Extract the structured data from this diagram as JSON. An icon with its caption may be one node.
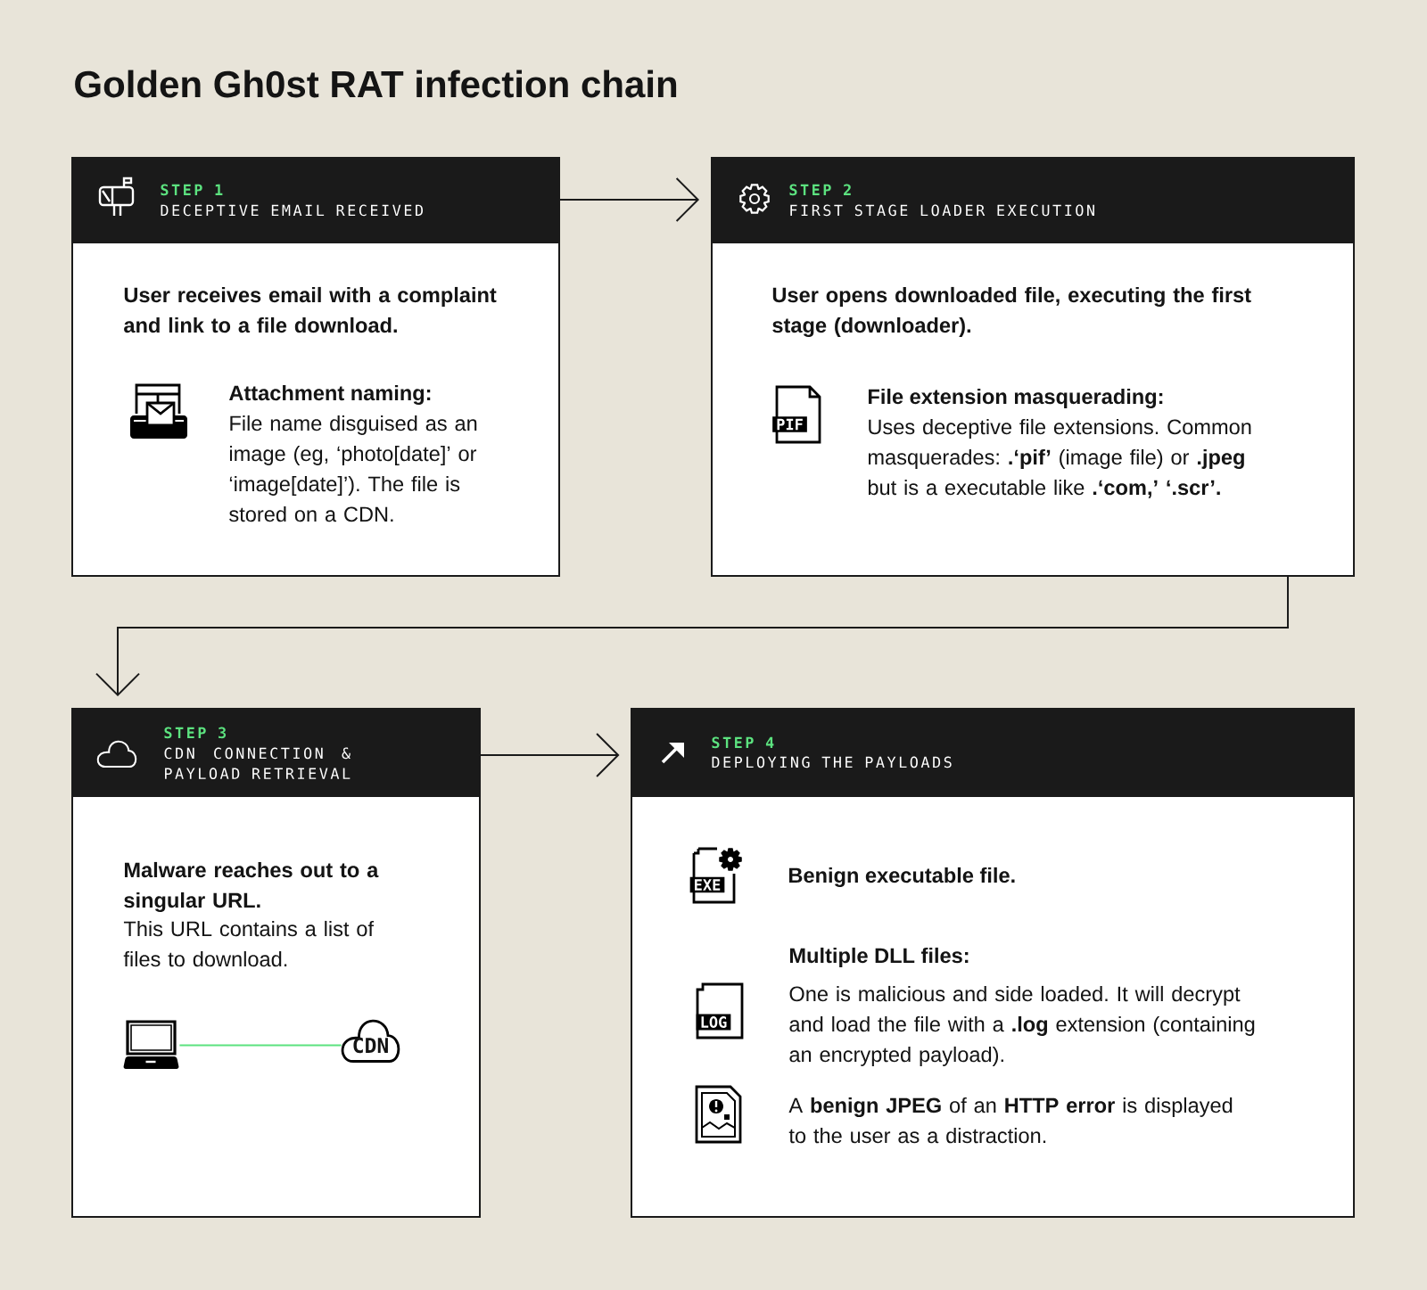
{
  "diagram": {
    "title": "Golden Gh0st RAT infection chain",
    "nodes": [
      {
        "text": [
          "STEP 1",
          "DECEPTIVE EMAIL RECEIVED",
          "User receives email with a complaint and link to a file download.",
          "Attachment naming:",
          "File name disguised as an image (eg, ‘photo[date]’ or ‘image[date]’). The file is stored on a CDN."
        ]
      },
      {
        "text": [
          "STEP 2",
          "FIRST STAGE LOADER EXECUTION",
          "User opens downloaded file, executing the first stage (downloader).",
          "File extension masquerading:",
          "Uses deceptive file extensions. Common masquerades: **.‘pif’** (image file) or **.jpeg** but is a executable like **.‘com,’ ‘.scr’.**"
        ]
      },
      {
        "text": [
          "STEP 3",
          "CDN CONNECTION & PAYLOAD RETRIEVAL",
          "Malware reaches out to a singular URL.",
          "This URL contains a list of files to download."
        ]
      },
      {
        "text": [],
        "shape": "picture",
        "in": 2
      },
      {
        "text": [
          "CDN"
        ],
        "in": 2
      },
      {
        "text": [
          "STEP 4",
          "DEPLOYING THE PAYLOADS",
          "Benign executable file.",
          "Multiple DLL files:",
          "One is malicious and side loaded. It will decrypt and load the file with a **.log** extension (containing an encrypted payload).",
          "A **benign JPEG** of an **HTTP error** is displayed to the user as a distraction."
        ]
      }
    ],
    "edges": [
      {
        "from": 0,
        "to": 1,
        "arrow": "to"
      },
      {
        "from": 1,
        "to": 2,
        "arrow": "to"
      },
      {
        "from": 2,
        "to": 5,
        "arrow": "to"
      },
      {
        "from": 3,
        "to": 4,
        "arrow": "none",
        "color": "#5ce27f"
      }
    ],
    "labels": [
      "PIF",
      "EXE",
      "LOG"
    ]
  }
}
